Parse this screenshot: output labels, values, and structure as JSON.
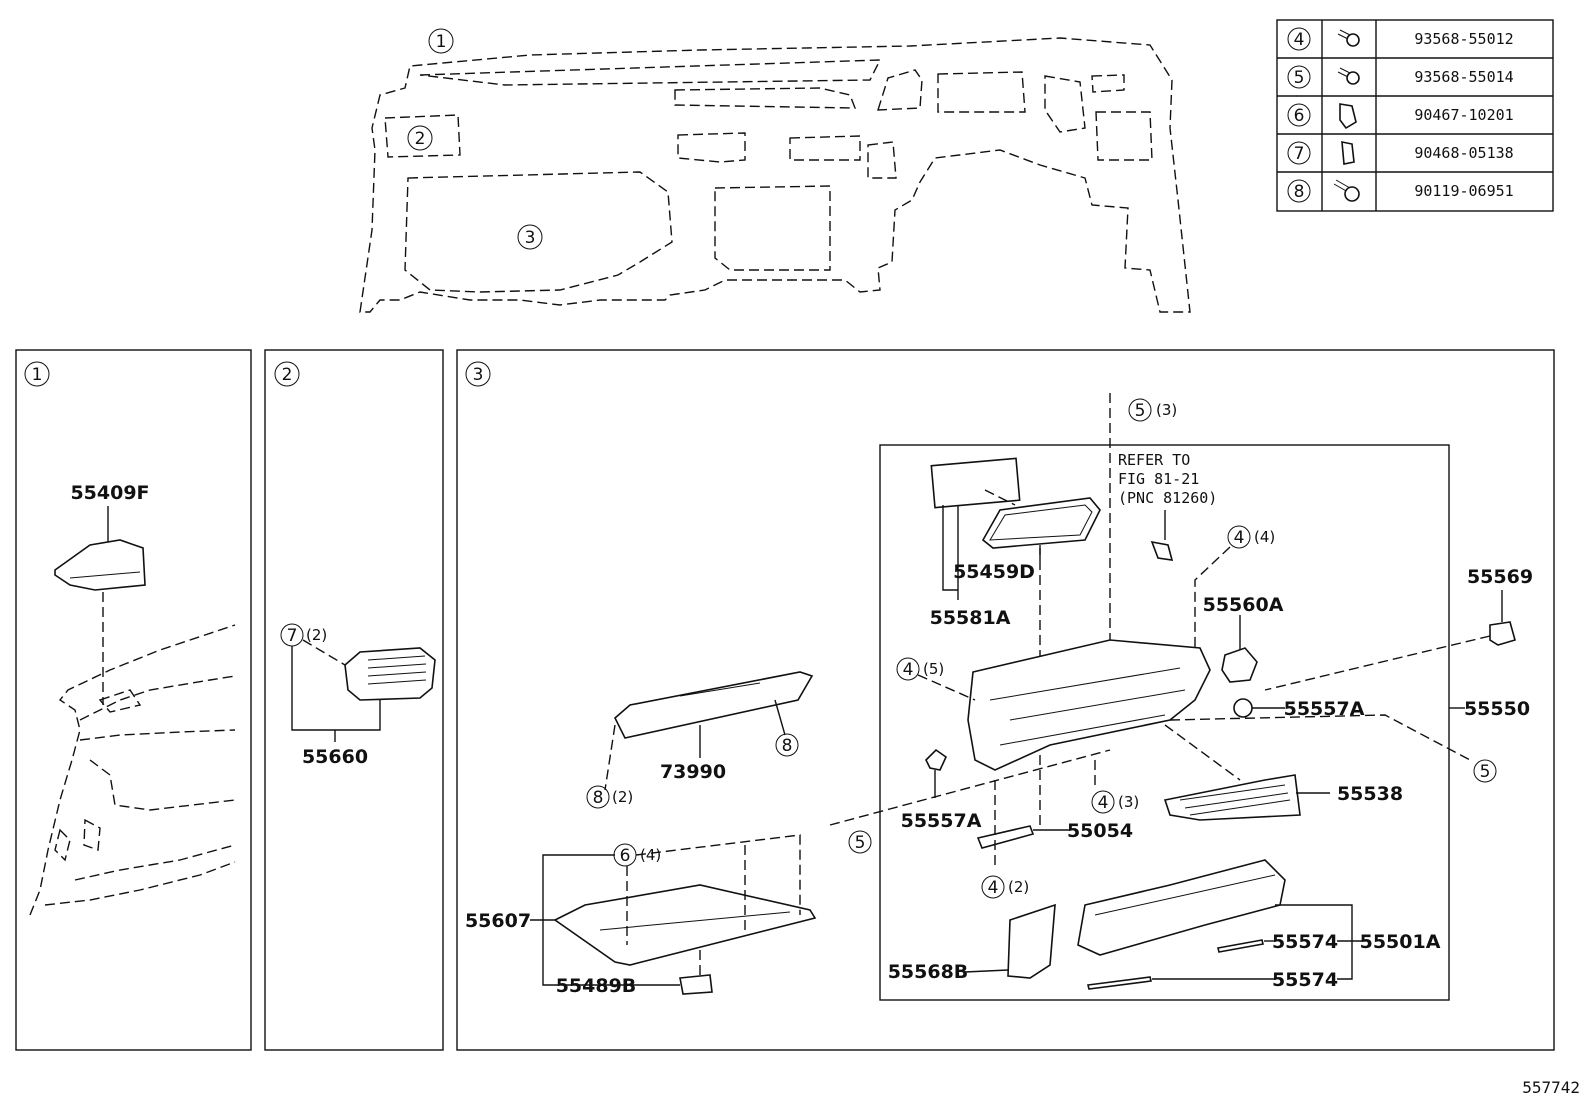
{
  "overview": {
    "callouts": [
      "1",
      "2",
      "3"
    ]
  },
  "fastener_table": [
    {
      "ref": "4",
      "part": "93568-55012"
    },
    {
      "ref": "5",
      "part": "93568-55014"
    },
    {
      "ref": "6",
      "part": "90467-10201"
    },
    {
      "ref": "7",
      "part": "90468-05138"
    },
    {
      "ref": "8",
      "part": "90119-06951"
    }
  ],
  "panel1": {
    "ref": "1",
    "parts": {
      "p55409F": "55409F"
    }
  },
  "panel2": {
    "ref": "2",
    "parts": {
      "p55660": "55660"
    },
    "fasteners": [
      {
        "ref": "7",
        "qty": "(2)"
      }
    ]
  },
  "panel3": {
    "ref": "3",
    "refer_note": [
      "REFER TO",
      "FIG 81-21",
      "(PNC 81260)"
    ],
    "parts": {
      "p73990": "73990",
      "p55607": "55607",
      "p55489B": "55489B",
      "p55459D": "55459D",
      "p55581A": "55581A",
      "p55560A": "55560A",
      "p55569": "55569",
      "p55557A_right": "55557A",
      "p55550": "55550",
      "p55538": "55538",
      "p55557A_left": "55557A",
      "p55054": "55054",
      "p55568B": "55568B",
      "p55574_top": "55574",
      "p55574_bottom": "55574",
      "p55501A": "55501A"
    },
    "fasteners": {
      "f8_qty2": {
        "ref": "8",
        "qty": "(2)"
      },
      "f8": {
        "ref": "8"
      },
      "f6_qty4": {
        "ref": "6",
        "qty": "(4)"
      },
      "f5_left": {
        "ref": "5"
      },
      "f5_top": {
        "ref": "5",
        "qty": "(3)"
      },
      "f4_top": {
        "ref": "4",
        "qty": "(4)"
      },
      "f4_left": {
        "ref": "4",
        "qty": "(5)"
      },
      "f4_mid": {
        "ref": "4",
        "qty": "(3)"
      },
      "f4_bottom": {
        "ref": "4",
        "qty": "(2)"
      },
      "f5_right": {
        "ref": "5"
      }
    }
  },
  "figure_number": "557742"
}
